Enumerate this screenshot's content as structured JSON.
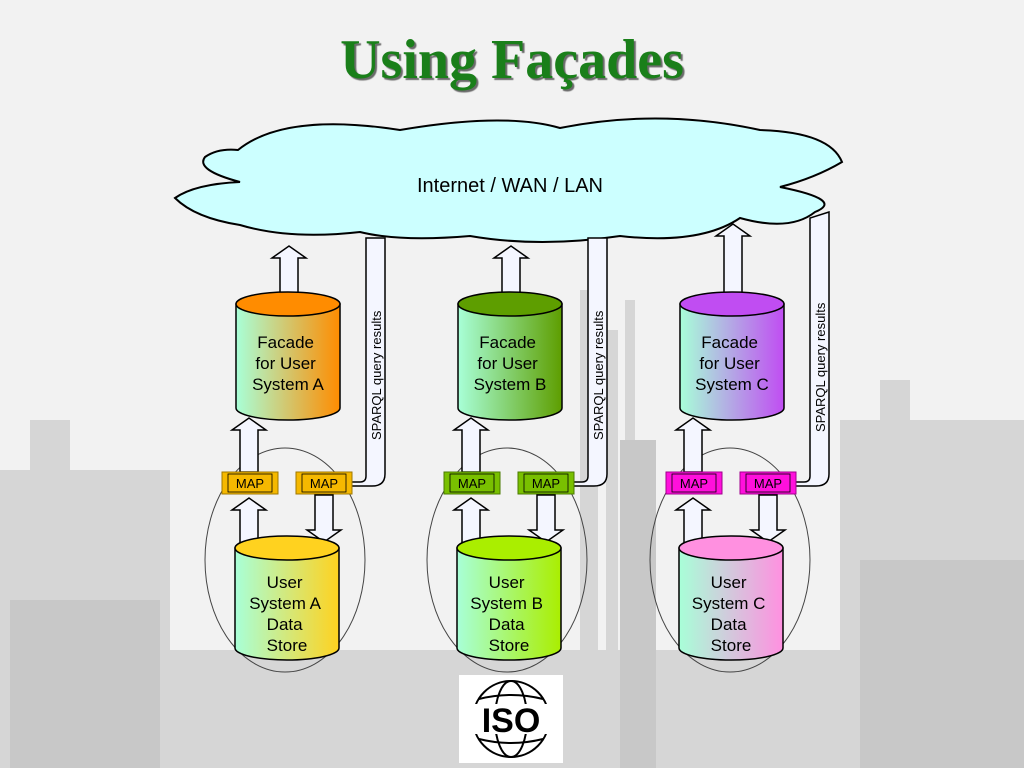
{
  "title": "Using Façades",
  "network_label": "Internet / WAN / LAN",
  "query_label": "SPARQL query results",
  "map_label": "MAP",
  "logo_text": "ISO",
  "systems": [
    {
      "id": "a",
      "facade_lines": [
        "Facade",
        "for User",
        "System A"
      ],
      "store_lines": [
        "User",
        "System A",
        "Data",
        "Store"
      ],
      "facade_color": "#ff8c00",
      "store_color": "#ffd21f",
      "map_color": "#f5b800"
    },
    {
      "id": "b",
      "facade_lines": [
        "Facade",
        "for User",
        "System B"
      ],
      "store_lines": [
        "User",
        "System B",
        "Data",
        "Store"
      ],
      "facade_color": "#5e9e00",
      "store_color": "#aaee00",
      "map_color": "#79c000"
    },
    {
      "id": "c",
      "facade_lines": [
        "Facade",
        "for User",
        "System C"
      ],
      "store_lines": [
        "User",
        "System C",
        "Data",
        "Store"
      ],
      "facade_color": "#c04df2",
      "store_color": "#ff90e0",
      "map_color": "#ff10dc"
    }
  ],
  "colors": {
    "title": "#1a7f1a",
    "cloud_fill": "#ccffff",
    "cylinder_top": "#a8ffd8",
    "arrow_fill": "#f4f6ff"
  }
}
